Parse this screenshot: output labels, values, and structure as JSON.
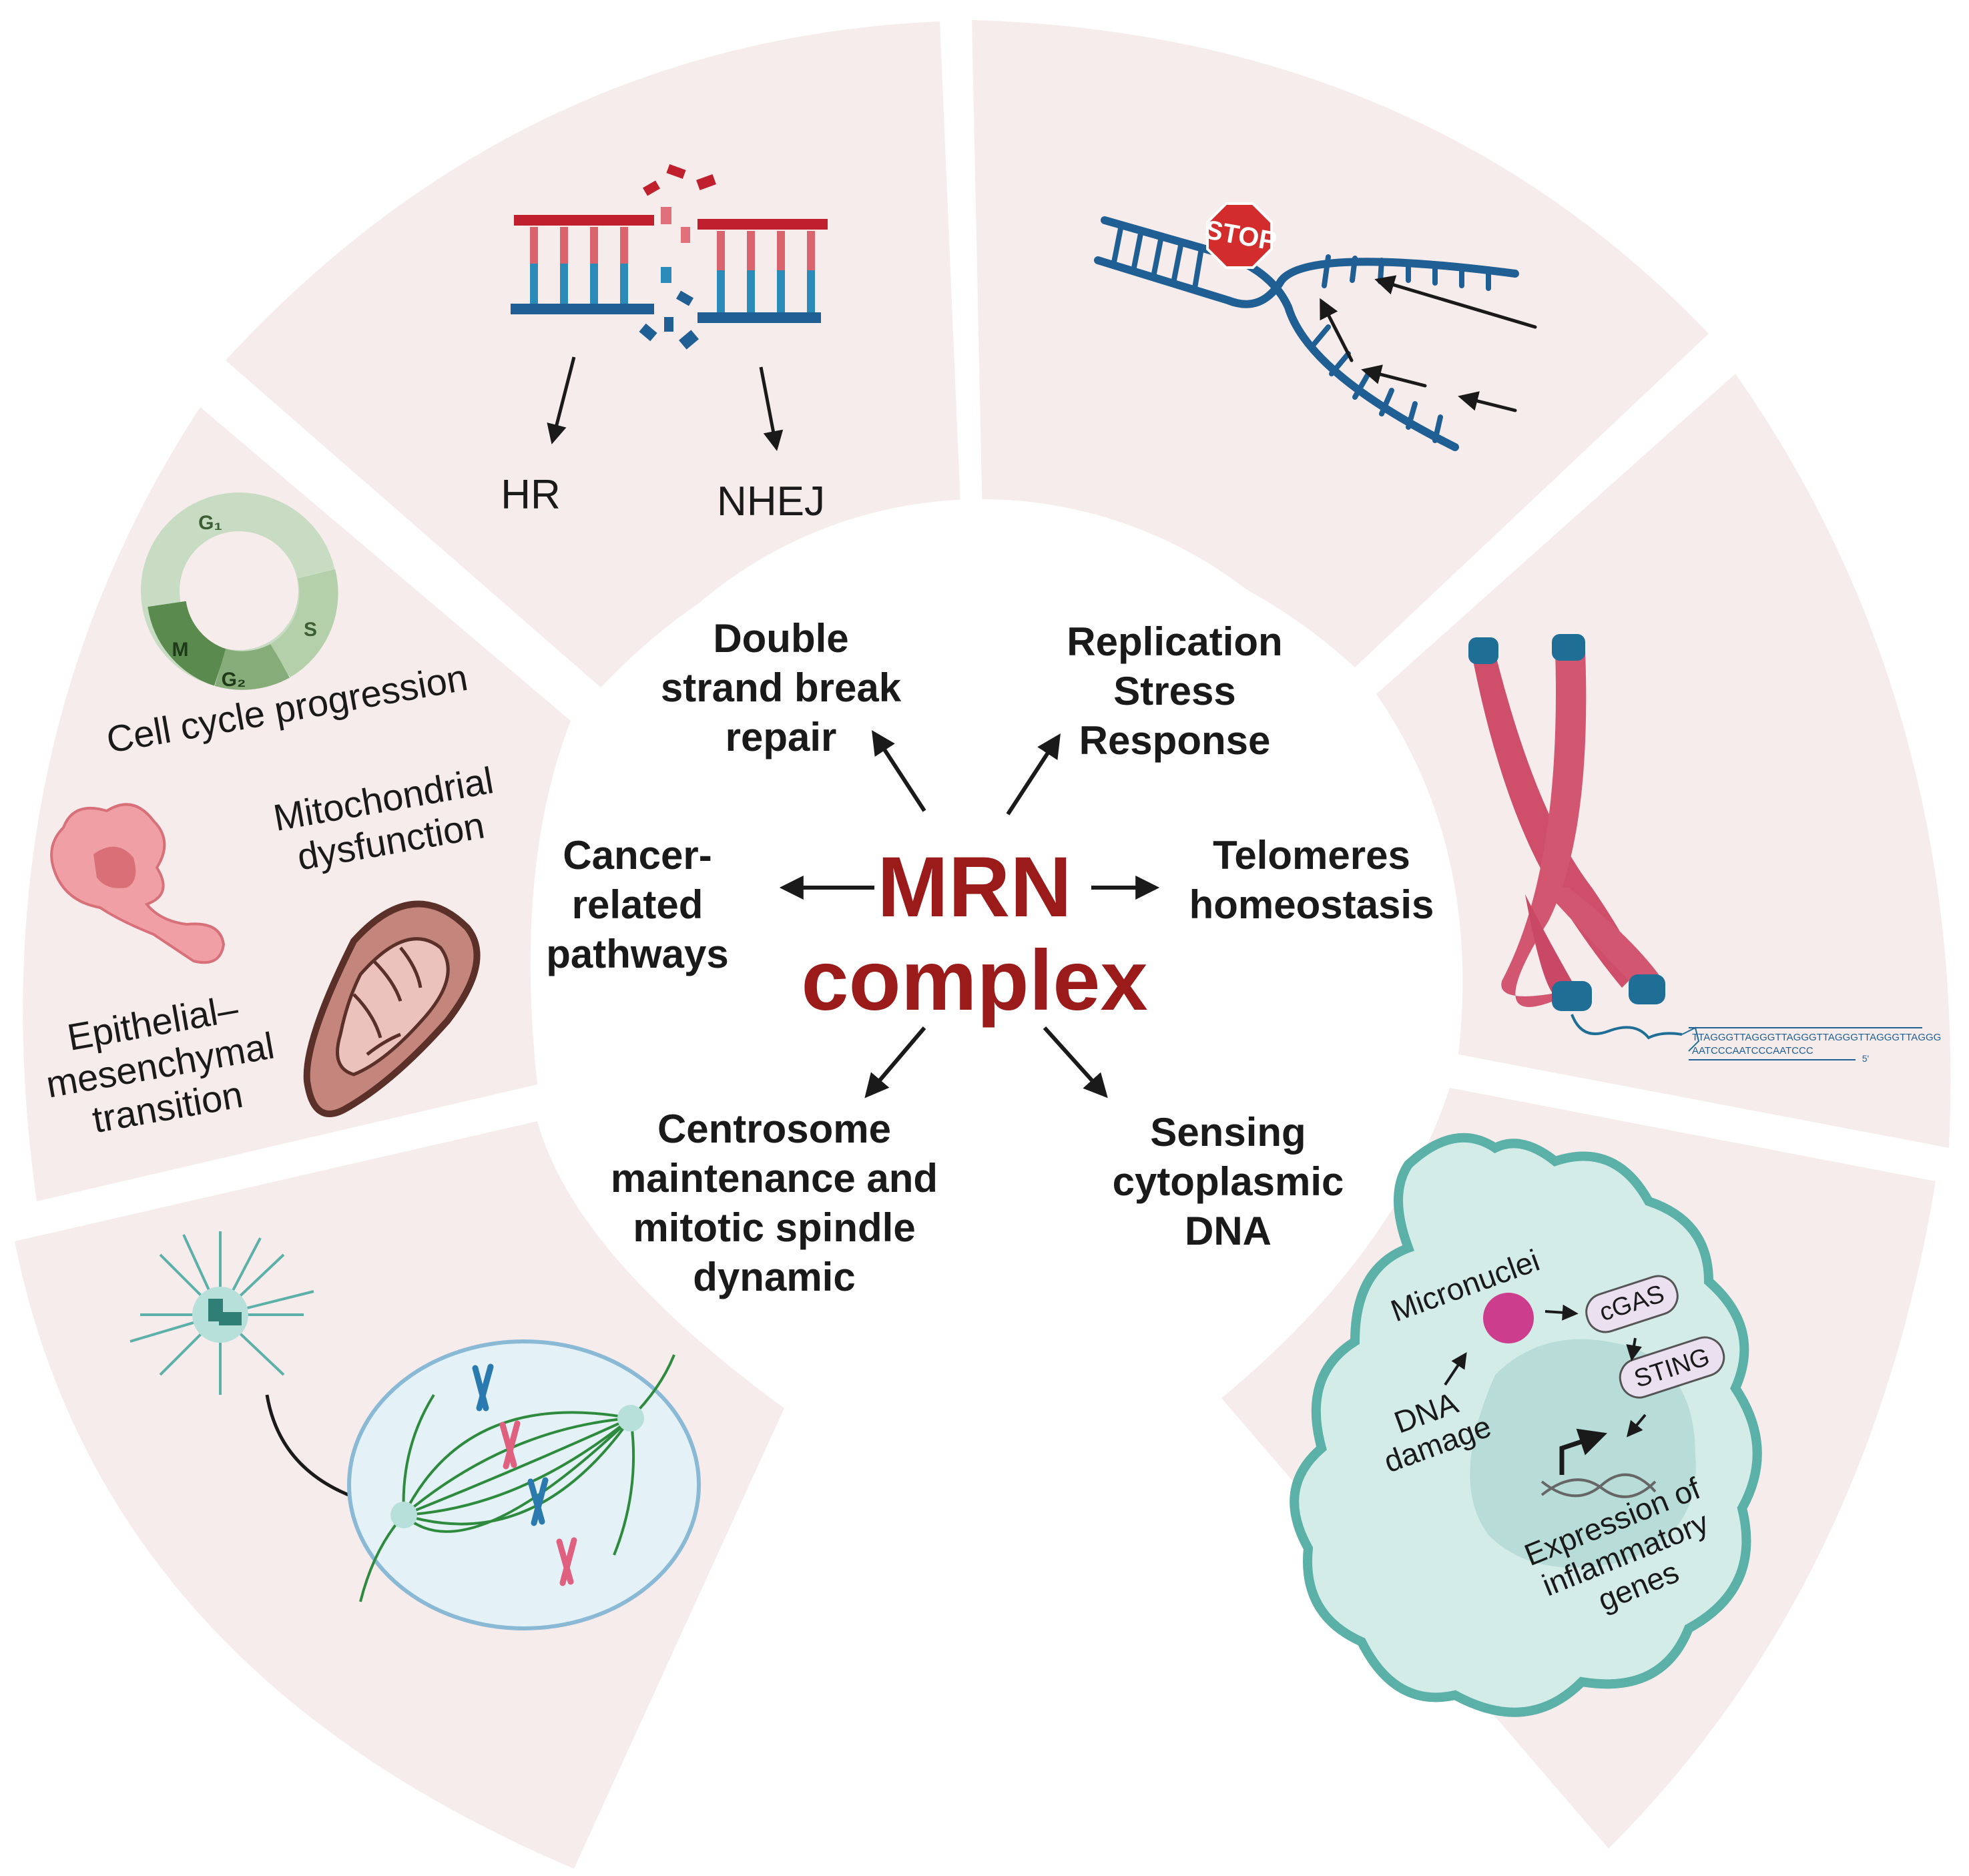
{
  "center": {
    "line1": "MRN",
    "line2": "complex"
  },
  "functions": {
    "dsb": [
      "Double",
      "strand break",
      "repair"
    ],
    "replication": [
      "Replication",
      "Stress",
      "Response"
    ],
    "telomeres": [
      "Telomeres",
      "homeostasis"
    ],
    "cytoplasmic": [
      "Sensing",
      "cytoplasmic",
      "DNA"
    ],
    "centrosome": [
      "Centrosome",
      "maintenance and",
      "mitotic spindle",
      "dynamic"
    ],
    "cancer": [
      "Cancer-",
      "related",
      "pathways"
    ]
  },
  "dsb_panel": {
    "hr": "HR",
    "nhej": "NHEJ"
  },
  "replication_panel": {
    "stop": "STOP"
  },
  "cancer_panel": {
    "cell_cycle": "Cell cycle progression",
    "phases": {
      "g1": "G₁",
      "s": "S",
      "g2": "G₂",
      "m": "M"
    },
    "mito": [
      "Mitochondrial",
      "dysfunction"
    ],
    "emt": [
      "Epithelial–",
      "mesenchymal",
      "transition"
    ]
  },
  "telomere_panel": {
    "seq_top": "TTAGGGTTAGGGTTAGGGTTAGGGTTAGGGTTAGGG",
    "seq_bottom": "AATCCCAATCCCAATCCC",
    "five_prime": "5'"
  },
  "cytoplasmic_panel": {
    "micronuclei": "Micronuclei",
    "dna_damage": [
      "DNA",
      "damage"
    ],
    "cgas": "cGAS",
    "sting": "STING",
    "expression": [
      "Expression of",
      "inflammatory",
      "genes"
    ]
  },
  "colors": {
    "panel_bg": "#f7ecec",
    "title": "#9b1b1b",
    "dna_blue": "#1f5f94",
    "dna_red": "#c0202e",
    "chromosome": "#d2566f",
    "cell_teal": "#5bb0a8",
    "spindle_green": "#2e8b3e",
    "micronucleus": "#cc3d8e"
  }
}
